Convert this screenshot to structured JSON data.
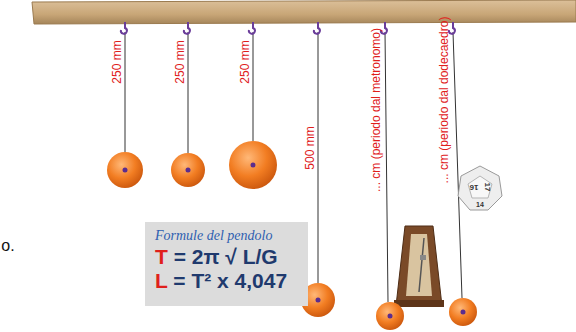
{
  "diagram": {
    "nodes": [
      {
        "text": [
          "Formule del pendolo",
          "T = 2π √ L/G",
          "L = T² x 4,047"
        ]
      }
    ],
    "labels": [
      "250 mm",
      "250 mm",
      "250 mm",
      "500 mm",
      "... cm (periodo dal metronomo)",
      "... cm (periodo dal dodecaedro)",
      "o.",
      "16",
      "17",
      "14"
    ]
  }
}
